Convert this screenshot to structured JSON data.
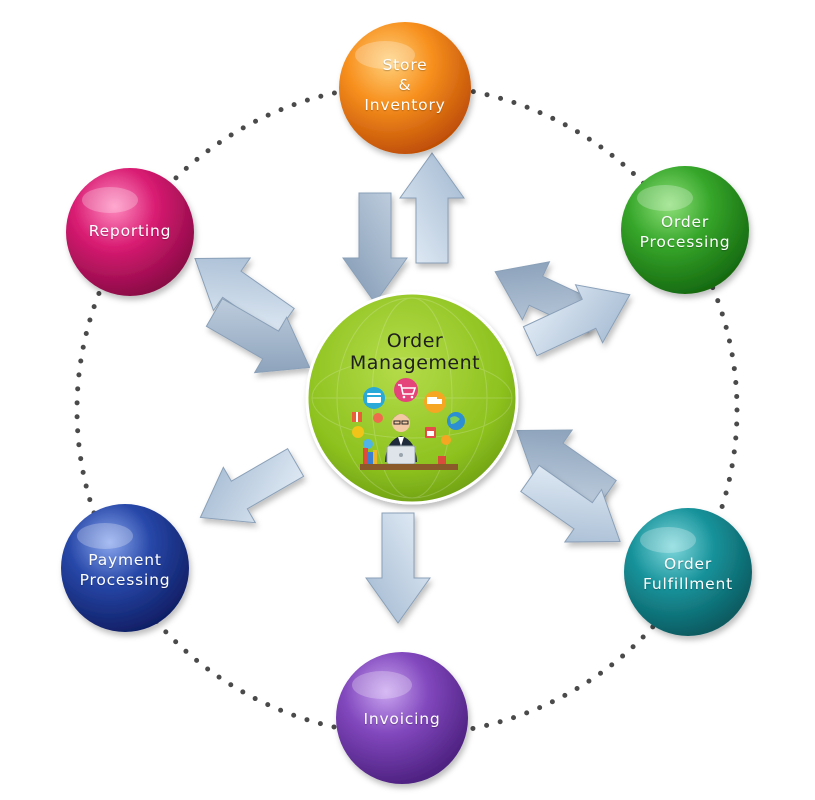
{
  "diagram": {
    "center": {
      "title_line1": "Order",
      "title_line2": "Management"
    },
    "nodes": [
      {
        "id": "store",
        "lines": [
          "Store",
          "&",
          "Inventory"
        ],
        "color": "#f07a12"
      },
      {
        "id": "order-processing",
        "lines": [
          "Order",
          "Processing"
        ],
        "color": "#2f9a22"
      },
      {
        "id": "order-fulfillment",
        "lines": [
          "Order",
          "Fulfillment"
        ],
        "color": "#138a8f"
      },
      {
        "id": "invoicing",
        "lines": [
          "Invoicing"
        ],
        "color": "#7b3fb5"
      },
      {
        "id": "payment-processing",
        "lines": [
          "Payment",
          "Processing"
        ],
        "color": "#1f3f9c"
      },
      {
        "id": "reporting",
        "lines": [
          "Reporting"
        ],
        "color": "#d3166c"
      }
    ],
    "colors": {
      "center_green": "#8dc21f",
      "arrow_fill": "#b9cde2",
      "dot_color": "#4a4a4a"
    },
    "icons": [
      "shopping-cart-icon",
      "credit-card-icon",
      "delivery-truck-icon",
      "globe-icon",
      "gift-icon",
      "calendar-icon",
      "person-at-laptop-icon"
    ]
  }
}
